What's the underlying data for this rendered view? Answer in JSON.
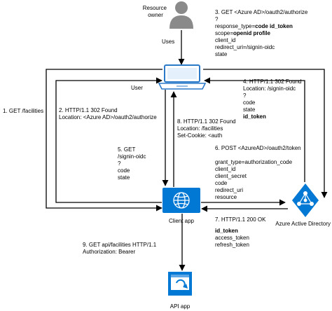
{
  "colors": {
    "line": "#000000",
    "azure_blue": "#0078d4",
    "person_gray": "#8a8a8a",
    "laptop_blue": "#2b79c9"
  },
  "nodes": {
    "resource_owner": {
      "icon": "person-icon",
      "label_line1": "Resource",
      "label_line2": "owner"
    },
    "user": {
      "icon": "laptop-icon",
      "label": "User"
    },
    "client_app": {
      "icon": "globe-icon",
      "label": "Client app"
    },
    "azure_ad": {
      "icon": "azure-ad-icon",
      "label": "Azure Active Directory"
    },
    "api_app": {
      "icon": "api-app-icon",
      "label": "API app"
    }
  },
  "edges": {
    "uses": {
      "label": "Uses"
    },
    "step1": {
      "lines": [
        "1. GET /facilities"
      ]
    },
    "step2": {
      "lines": [
        "2. HTTP/1.1 302 Found",
        "Location: <Azure AD>/oauth2/authorize"
      ]
    },
    "step3": {
      "line1": "3. GET <Azure AD>/oauth2/authorize",
      "line2": "?",
      "line3_prefix": "response_type=",
      "line3_bold": "code id_token",
      "line4_prefix": "scope=",
      "line4_bold": "openid profile",
      "line5": "client_id",
      "line6": "redirect_uri=/signin-oidc",
      "line7": "state"
    },
    "step4": {
      "lines": [
        "4. HTTP/1.1 302 Found",
        "Location: /signin-oidc",
        "?",
        "code",
        "state"
      ],
      "bold_line": "id_token"
    },
    "step5": {
      "lines": [
        "5. GET",
        "/signin-oidc",
        "?",
        "code",
        "state"
      ]
    },
    "step6": {
      "lines": [
        "6. POST <AzureAD>/oauth2/token",
        "",
        "grant_type=authorization_code",
        "client_id",
        "client_secret",
        "code",
        "redirect_uri",
        "resource"
      ]
    },
    "step7": {
      "lines": [
        "7. HTTP/1.1 200 OK"
      ],
      "bold_line": "id_token",
      "tail_lines": [
        "access_token",
        "refresh_token"
      ]
    },
    "step8": {
      "lines": [
        "8. HTTP/1.1 302 Found",
        "Location: /facilities",
        "Set-Cookie: <auth"
      ]
    },
    "step9": {
      "lines": [
        "9. GET api/facilities HTTP/1.1",
        "Authorization: Bearer"
      ]
    }
  }
}
